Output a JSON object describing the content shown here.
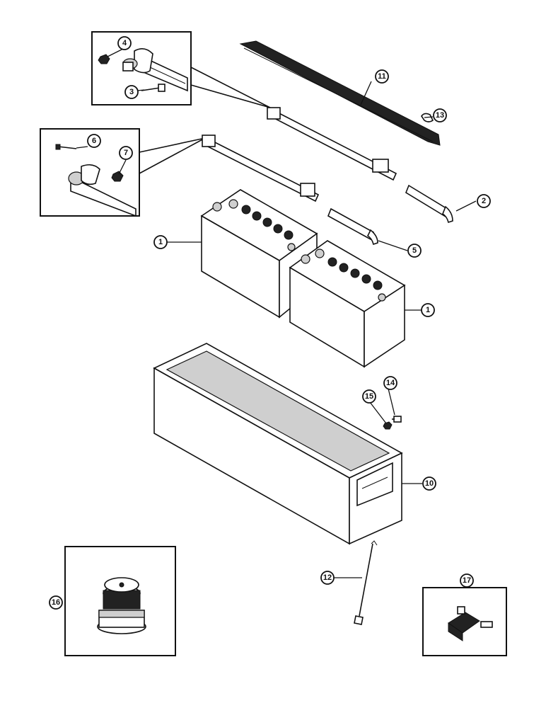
{
  "callouts": {
    "c1a": "1",
    "c1b": "1",
    "c2": "2",
    "c3": "3",
    "c4": "4",
    "c5": "5",
    "c6": "6",
    "c7": "7",
    "c10": "10",
    "c11": "11",
    "c12": "12",
    "c13": "13",
    "c14": "14",
    "c15": "15",
    "c16": "16",
    "c17": "17"
  },
  "colors": {
    "ink": "#111111",
    "paper": "#ffffff",
    "shade": "#cfcfcf"
  }
}
